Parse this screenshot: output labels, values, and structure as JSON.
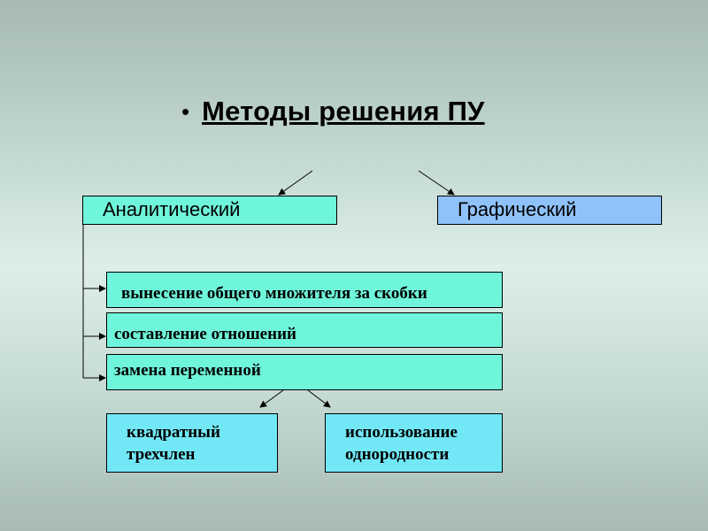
{
  "title": {
    "bullet": "•",
    "text": "Методы решения ПУ"
  },
  "branches": {
    "analytic": "Аналитический",
    "graphic": "Графический"
  },
  "methods": [
    "вынесение общего множителя за скобки",
    "составление отношений",
    "замена переменной"
  ],
  "substitution_kinds": [
    {
      "line1": "квадратный",
      "line2": "трехчлен"
    },
    {
      "line1": "использование",
      "line2": "однородности"
    }
  ],
  "colors": {
    "analytic_fill": "#6ff5da",
    "graphic_fill": "#8fc2fa",
    "method_fill": "#6ff5da",
    "sub_fill": "#72e8f6"
  }
}
